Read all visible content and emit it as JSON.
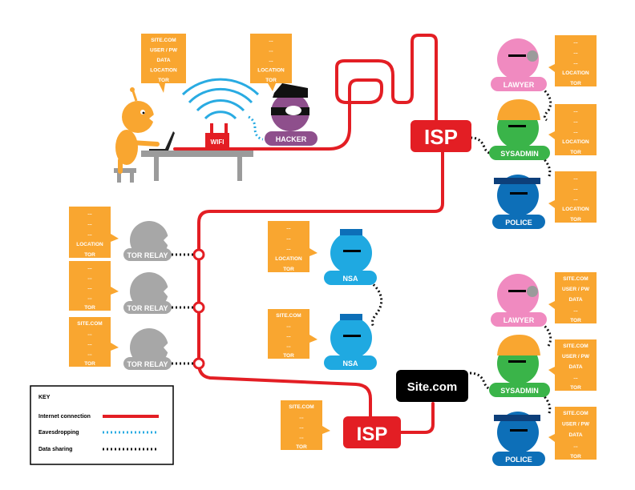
{
  "colors": {
    "internet": "#e31e24",
    "eavesdrop": "#29abe2",
    "sharing": "#111111",
    "note": "#f9a630",
    "user": "#f9a630",
    "hacker": "#8e4f8c",
    "lawyer": "#f08ac0",
    "sysadmin": "#3ab449",
    "police": "#0d6fb8",
    "nsa": "#1fa9e1",
    "tor": "#a7a7a7",
    "isp": "#e31e24",
    "site": "#000000"
  },
  "labels": {
    "wifi": "WIFI",
    "hacker": "HACKER",
    "isp_top": "ISP",
    "isp_bottom": "ISP",
    "site": "Site.com",
    "lawyer_top": "LAWYER",
    "sysadmin_top": "SYSADMIN",
    "police_top": "POLICE",
    "lawyer_bottom": "LAWYER",
    "sysadmin_bottom": "SYSADMIN",
    "police_bottom": "POLICE",
    "nsa_top": "NSA",
    "nsa_bottom": "NSA",
    "tor_1": "TOR RELAY",
    "tor_2": "TOR RELAY",
    "tor_3": "TOR RELAY"
  },
  "notes": {
    "user": [
      "SITE.COM",
      "USER / PW",
      "DATA",
      "LOCATION",
      "TOR"
    ],
    "hacker": [
      "...",
      "...",
      "...",
      "LOCATION",
      "TOR"
    ],
    "lawyer_top": [
      "...",
      "...",
      "...",
      "LOCATION",
      "TOR"
    ],
    "sysadmin_top": [
      "...",
      "...",
      "...",
      "LOCATION",
      "TOR"
    ],
    "police_top": [
      "...",
      "...",
      "...",
      "LOCATION",
      "TOR"
    ],
    "tor_1": [
      "...",
      "...",
      "...",
      "LOCATION",
      "TOR"
    ],
    "tor_2": [
      "...",
      "...",
      "...",
      "...",
      "TOR"
    ],
    "tor_3": [
      "SITE.COM",
      "...",
      "...",
      "...",
      "TOR"
    ],
    "nsa_top": [
      "...",
      "...",
      "...",
      "LOCATION",
      "TOR"
    ],
    "nsa_bottom": [
      "SITE.COM",
      "...",
      "...",
      "...",
      "TOR"
    ],
    "isp_bottom": [
      "SITE.COM",
      "...",
      "...",
      "...",
      "TOR"
    ],
    "lawyer_bottom": [
      "SITE.COM",
      "USER / PW",
      "DATA",
      "...",
      "TOR"
    ],
    "sysadmin_bottom": [
      "SITE.COM",
      "USER / PW",
      "DATA",
      "...",
      "TOR"
    ],
    "police_bottom": [
      "SITE.COM",
      "USER / PW",
      "DATA",
      "...",
      "TOR"
    ]
  },
  "key": {
    "title": "KEY",
    "internet": "Internet connection",
    "eavesdrop": "Eavesdropping",
    "sharing": "Data sharing"
  }
}
